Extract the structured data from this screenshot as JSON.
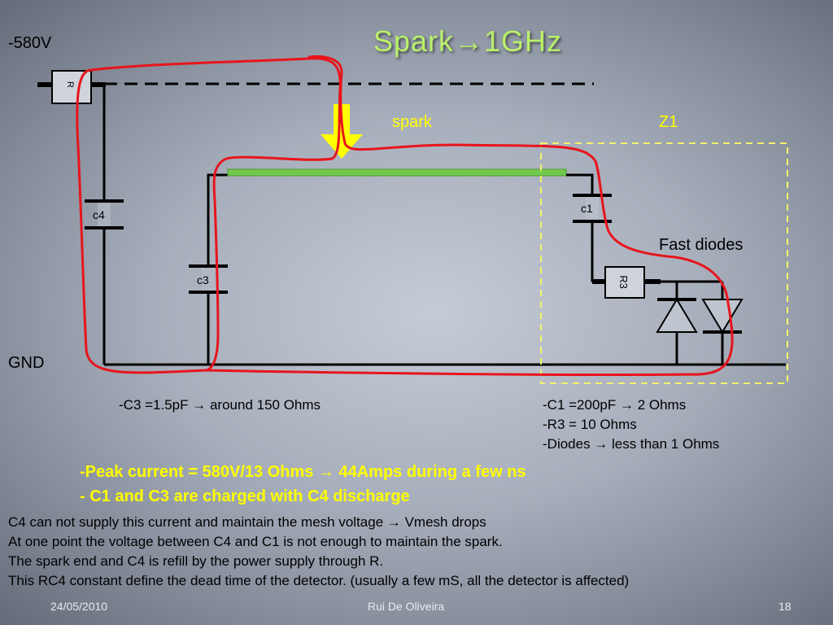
{
  "slide": {
    "title": "Spark→1GHz",
    "footer": {
      "date": "24/05/2010",
      "author": "Rui De Oliveira",
      "page": "18"
    }
  },
  "circuit": {
    "supply_label": "-580V",
    "ground_label": "GND",
    "spark_label": "spark",
    "zone_label": "Z1",
    "fast_diodes_label": "Fast diodes",
    "resistor_R": "R",
    "resistor_R3": "R3",
    "cap_c4": "c4",
    "cap_c3": "c3",
    "cap_c1": "c1",
    "colors": {
      "loop": "#e8141c",
      "spark_strip": "#72c84a",
      "arrow": "#ffff00",
      "zone_border": "#f3f36a"
    }
  },
  "notes": {
    "c3": "-C3 =1.5pF → around 150 Ohms",
    "c1": "-C1 =200pF → 2 Ohms",
    "r3": "-R3 = 10 Ohms",
    "diodes": "-Diodes → less than 1 Ohms"
  },
  "highlights": [
    "-Peak current = 580V/13 Ohms → 44Amps during a few ns",
    "- C1 and C3 are charged with C4 discharge"
  ],
  "body_lines": [
    "C4 can not supply this current and maintain the mesh voltage → Vmesh drops",
    "At one point the voltage between C4 and C1 is not enough to maintain the spark.",
    "The spark end and C4 is refill by the power supply through R.",
    "This RC4 constant define the dead time of the detector. (usually a few mS, all the detector is affected)"
  ]
}
